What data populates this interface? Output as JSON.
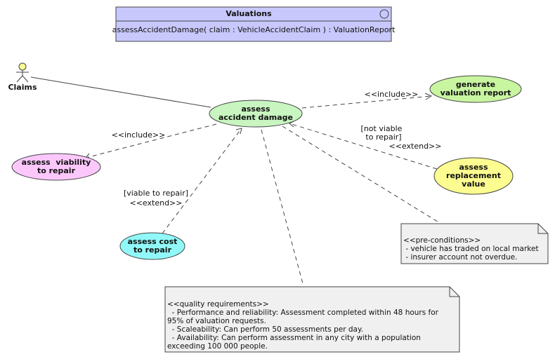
{
  "interface": {
    "name": "Valuations",
    "operation": "assessAccidentDamage( claim : VehicleAccidentClaim ) : ValuationReport"
  },
  "actor": {
    "name": "Claims"
  },
  "usecases": {
    "assess_accident_damage": {
      "line1": "assess",
      "line2": "accident damage",
      "color": "#c8f5c0"
    },
    "generate_valuation_report": {
      "line1": "generate",
      "line2": "valuation report",
      "color": "#c8f5a0"
    },
    "assess_viability": {
      "line1": "assess  viability",
      "line2": "to repair",
      "color": "#fcc8fc"
    },
    "assess_replacement": {
      "line1": "assess",
      "line2": "replacement",
      "line3": "value",
      "color": "#fcfc90"
    },
    "assess_cost": {
      "line1": "assess cost",
      "line2": "to repair",
      "color": "#90f8f8"
    }
  },
  "relations": {
    "include_report": "<<include>>",
    "include_viability": "<<include>>",
    "extend_replacement_cond1": "[not viable",
    "extend_replacement_cond2": "to repair]",
    "extend_replacement": "<<extend>>",
    "extend_cost_cond": "[viable to repair]",
    "extend_cost": "<<extend>>"
  },
  "notes": {
    "preconditions": {
      "lines": [
        "<<pre-conditions>>",
        " - vehicle has traded on local market",
        " - insurer account not overdue."
      ]
    },
    "quality": {
      "lines": [
        "<<quality requirements>>",
        "  - Performance and reliability: Assessment completed within 48 hours for",
        "95% of valuation requests.",
        "  - Scaleability: Can perform 50 assessments per day.",
        "  - Availability: Can perform assessment in any city with a population",
        "exceeding 100 000 people."
      ]
    }
  },
  "colors": {
    "interface_fill": "#c8c8fc",
    "note_fill": "#f0f0f0",
    "stroke": "#444444"
  }
}
